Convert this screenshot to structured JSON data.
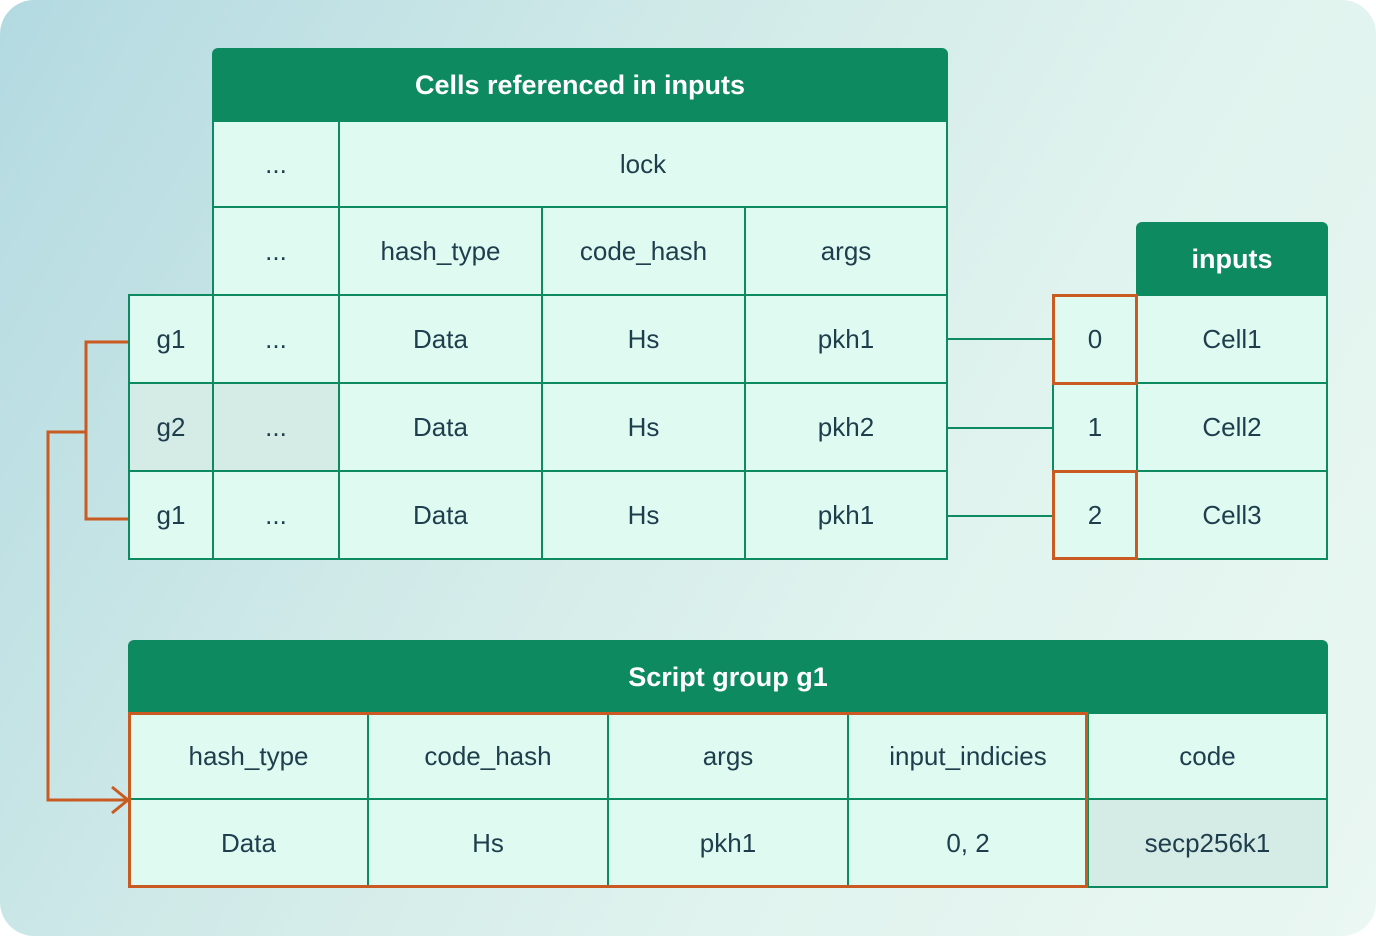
{
  "cells_table": {
    "title": "Cells referenced in inputs",
    "header_row1": {
      "ellipsis": "...",
      "lock": "lock"
    },
    "header_row2": {
      "ellipsis": "...",
      "hash_type": "hash_type",
      "code_hash": "code_hash",
      "args": "args"
    },
    "rows": [
      {
        "group": "g1",
        "ellipsis": "...",
        "hash_type": "Data",
        "code_hash": "Hs",
        "args": "pkh1"
      },
      {
        "group": "g2",
        "ellipsis": "...",
        "hash_type": "Data",
        "code_hash": "Hs",
        "args": "pkh2"
      },
      {
        "group": "g1",
        "ellipsis": "...",
        "hash_type": "Data",
        "code_hash": "Hs",
        "args": "pkh1"
      }
    ]
  },
  "inputs_table": {
    "title": "inputs",
    "rows": [
      {
        "index": "0",
        "cell": "Cell1",
        "highlighted": true
      },
      {
        "index": "1",
        "cell": "Cell2",
        "highlighted": false
      },
      {
        "index": "2",
        "cell": "Cell3",
        "highlighted": true
      }
    ]
  },
  "script_group": {
    "title": "Script group g1",
    "headers": [
      "hash_type",
      "code_hash",
      "args",
      "input_indicies",
      "code"
    ],
    "values": [
      "Data",
      "Hs",
      "pkh1",
      "0, 2",
      "secp256k1"
    ]
  },
  "colors": {
    "header_green": "#0e8a61",
    "cell_fill": "#dffbf1",
    "highlight_orange": "#c85a22",
    "text": "#1f3e4d"
  }
}
